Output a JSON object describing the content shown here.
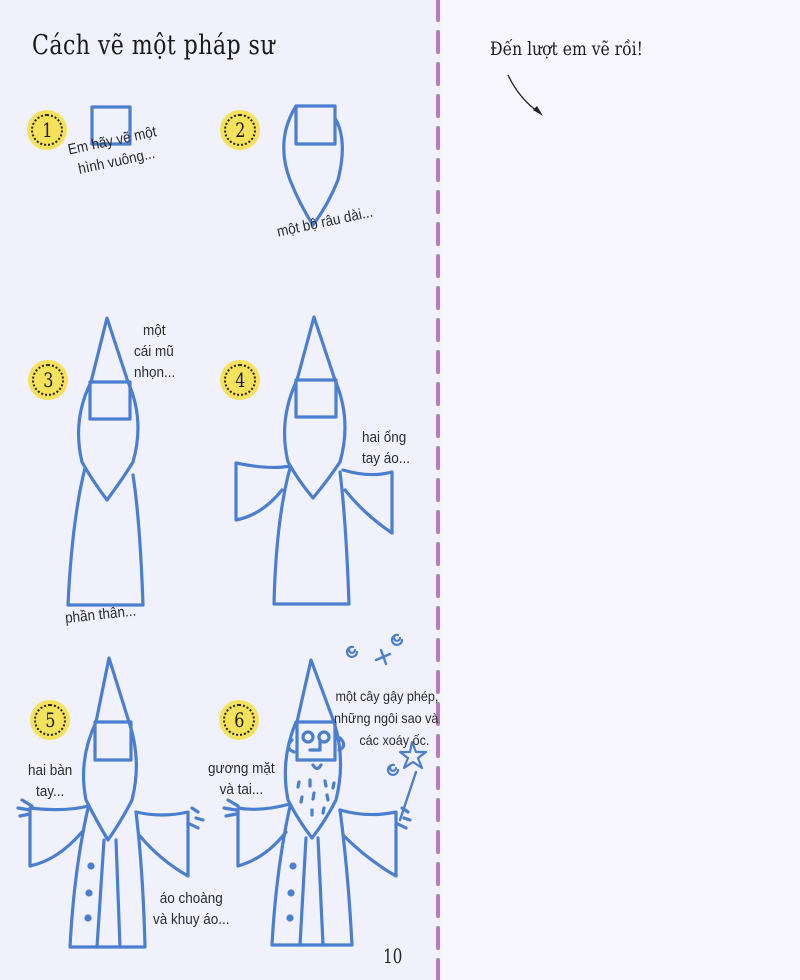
{
  "page": {
    "title": "Cách vẽ một pháp sư",
    "page_number": "10",
    "colors": {
      "drawing_blue": "#4a7fcf",
      "badge_yellow": "#f4e25a",
      "divider_purple": "#b57ac0",
      "paper": "#f3f3fb"
    }
  },
  "right_panel": {
    "prompt": "Đến lượt em vẽ rồi!",
    "arrow_icon": "curved-arrow-down-right"
  },
  "steps": [
    {
      "number": "1",
      "caption_lines": [
        "Em hãy vẽ một",
        "hình vuông..."
      ]
    },
    {
      "number": "2",
      "caption_lines": [
        "một bộ râu dài..."
      ]
    },
    {
      "number": "3",
      "caption_lines": [
        "một",
        "cái mũ",
        "nhọn..."
      ],
      "caption_bottom": "phần thân..."
    },
    {
      "number": "4",
      "caption_lines": [
        "hai ống",
        "tay áo..."
      ]
    },
    {
      "number": "5",
      "caption_lines": [
        "hai bàn",
        "tay..."
      ],
      "caption_bottom_lines": [
        "áo choàng",
        "và khuy áo..."
      ]
    },
    {
      "number": "6",
      "caption_lines": [
        "gương mặt",
        "và tai..."
      ],
      "caption_right_lines": [
        "một cây gậy phép,",
        "những ngôi sao và",
        "các xoáy ốc."
      ]
    }
  ]
}
